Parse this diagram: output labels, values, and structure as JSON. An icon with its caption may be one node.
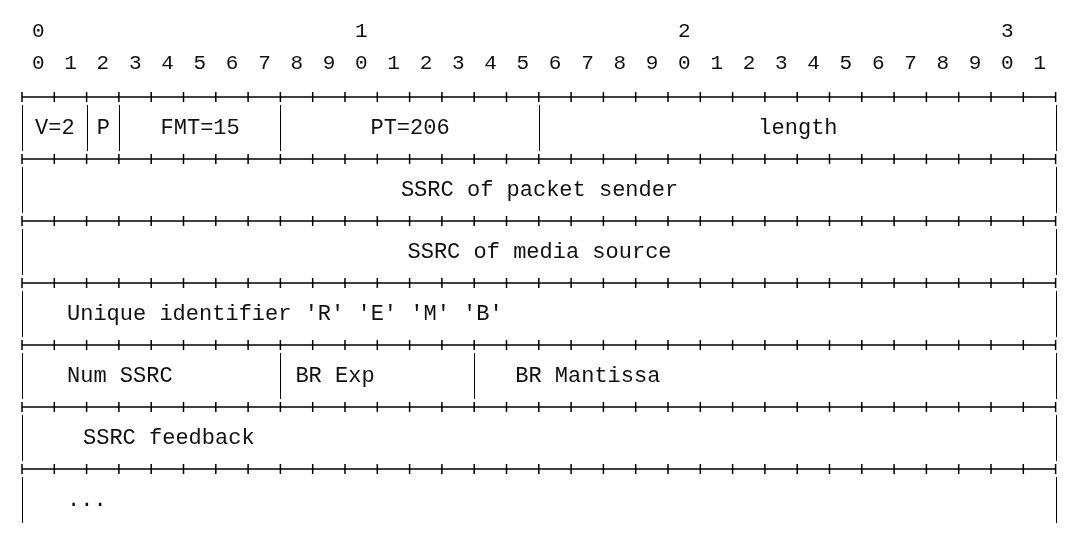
{
  "diagram": {
    "nodes": [
      {
        "text": [
          "V=2"
        ]
      },
      {
        "text": [
          "P"
        ]
      },
      {
        "text": [
          "FMT=15"
        ]
      },
      {
        "text": [
          "PT=206"
        ]
      },
      {
        "text": [
          "length"
        ]
      },
      {
        "text": [
          "SSRC of packet sender"
        ]
      },
      {
        "text": [
          "SSRC of media source"
        ]
      },
      {
        "text": [
          "Unique identifier 'R' 'E' 'M' 'B'"
        ]
      },
      {
        "text": [
          "Num SSRC"
        ]
      },
      {
        "text": [
          "BR Exp"
        ]
      },
      {
        "text": [
          "BR Mantissa"
        ]
      },
      {
        "text": [
          "SSRC feedback"
        ]
      },
      {
        "text": [
          "..."
        ]
      }
    ],
    "labels": [
      "0",
      "1",
      "2",
      "3",
      "0 1 2 3 4 5 6 7 8 9 0 1 2 3 4 5 6 7 8 9 0 1 2 3 4 5 6 7 8 9 0 1"
    ]
  }
}
